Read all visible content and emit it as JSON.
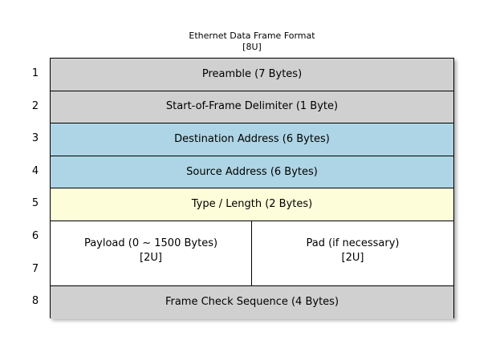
{
  "diagram": {
    "title": "Ethernet Data Frame Format",
    "title_sub": "[8U]",
    "colors": {
      "gray": "#d0d0d0",
      "blue": "#aed5e5",
      "yellow": "#fdfdda",
      "white": "#ffffff",
      "border": "#000000",
      "background": "#ffffff"
    },
    "row_numbers": [
      "1",
      "2",
      "3",
      "4",
      "5",
      "6",
      "7",
      "8"
    ],
    "rows": [
      {
        "number": "1",
        "label": "Preamble (7 Bytes)",
        "fill": "#d0d0d0"
      },
      {
        "number": "2",
        "label": "Start-of-Frame Delimiter (1 Byte)",
        "fill": "#d0d0d0"
      },
      {
        "number": "3",
        "label": "Destination Address (6 Bytes)",
        "fill": "#aed5e5"
      },
      {
        "number": "4",
        "label": "Source Address (6 Bytes)",
        "fill": "#aed5e5"
      },
      {
        "number": "5",
        "label": "Type / Length (2 Bytes)",
        "fill": "#fdfdda"
      },
      {
        "number": "6-7",
        "fill": "#ffffff",
        "split": true,
        "left": {
          "label": "Payload (0 ~ 1500 Bytes)",
          "sub": "[2U]"
        },
        "right": {
          "label": "Pad (if necessary)",
          "sub": "[2U]"
        }
      },
      {
        "number": "8",
        "label": "Frame Check Sequence (4 Bytes)",
        "fill": "#d0d0d0"
      }
    ]
  }
}
